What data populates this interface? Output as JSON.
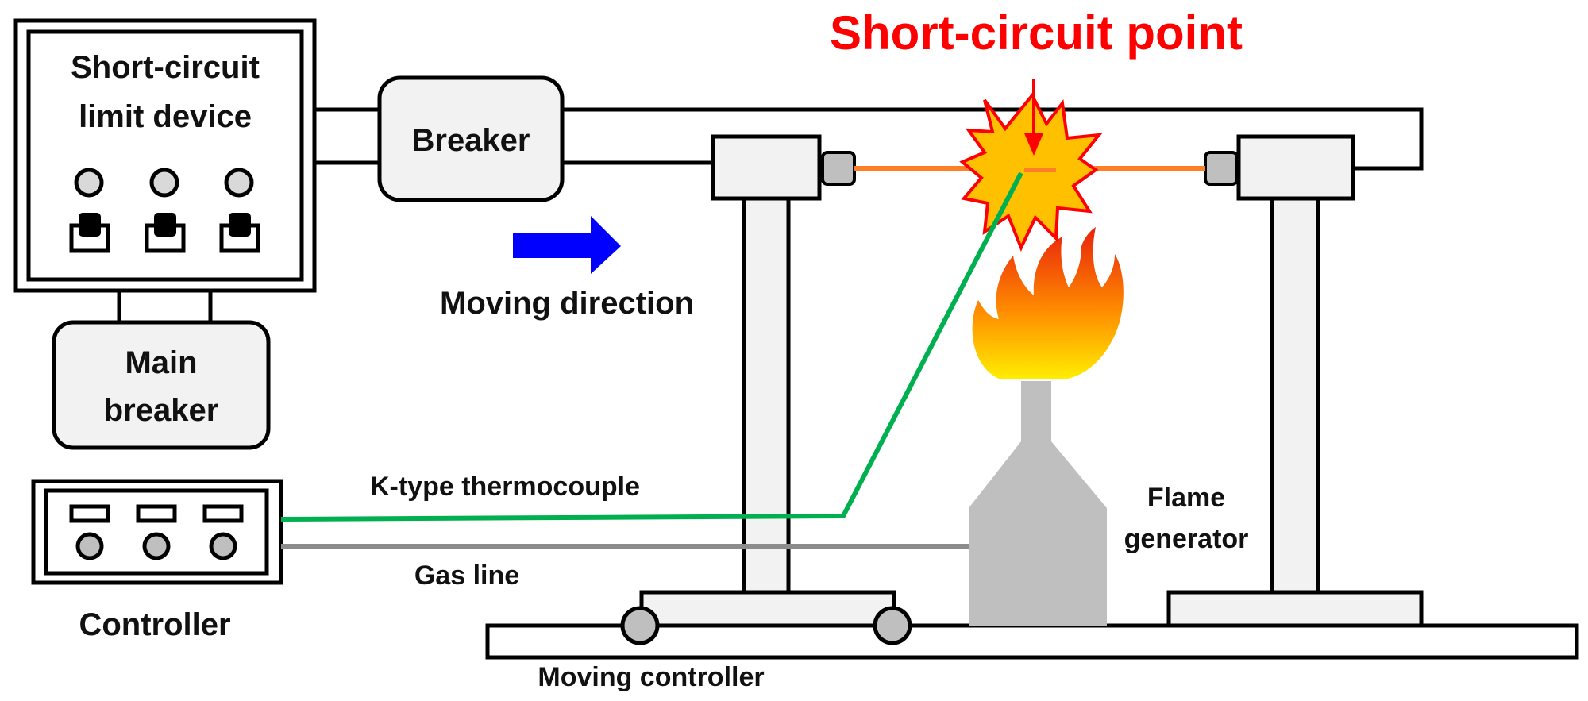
{
  "title": "Short-circuit point",
  "labels": {
    "limit_device_line1": "Short-circuit",
    "limit_device_line2": "limit device",
    "breaker": "Breaker",
    "main_breaker_line1": "Main",
    "main_breaker_line2": "breaker",
    "controller": "Controller",
    "moving_direction": "Moving direction",
    "thermocouple": "K-type thermocouple",
    "gas_line": "Gas line",
    "flame_generator_line1": "Flame",
    "flame_generator_line2": "generator",
    "moving_controller": "Moving controller"
  },
  "colors": {
    "title": "#ff0000",
    "wire": "#ff7f27",
    "thermocouple": "#00b050",
    "gas_line": "#8c8c8c",
    "arrow": "#0000ff",
    "spark_fill": "#ffc000",
    "spark_stroke": "#ff0000",
    "stand_fill": "#f0f0f0",
    "burner_fill": "#bfbfbf"
  }
}
